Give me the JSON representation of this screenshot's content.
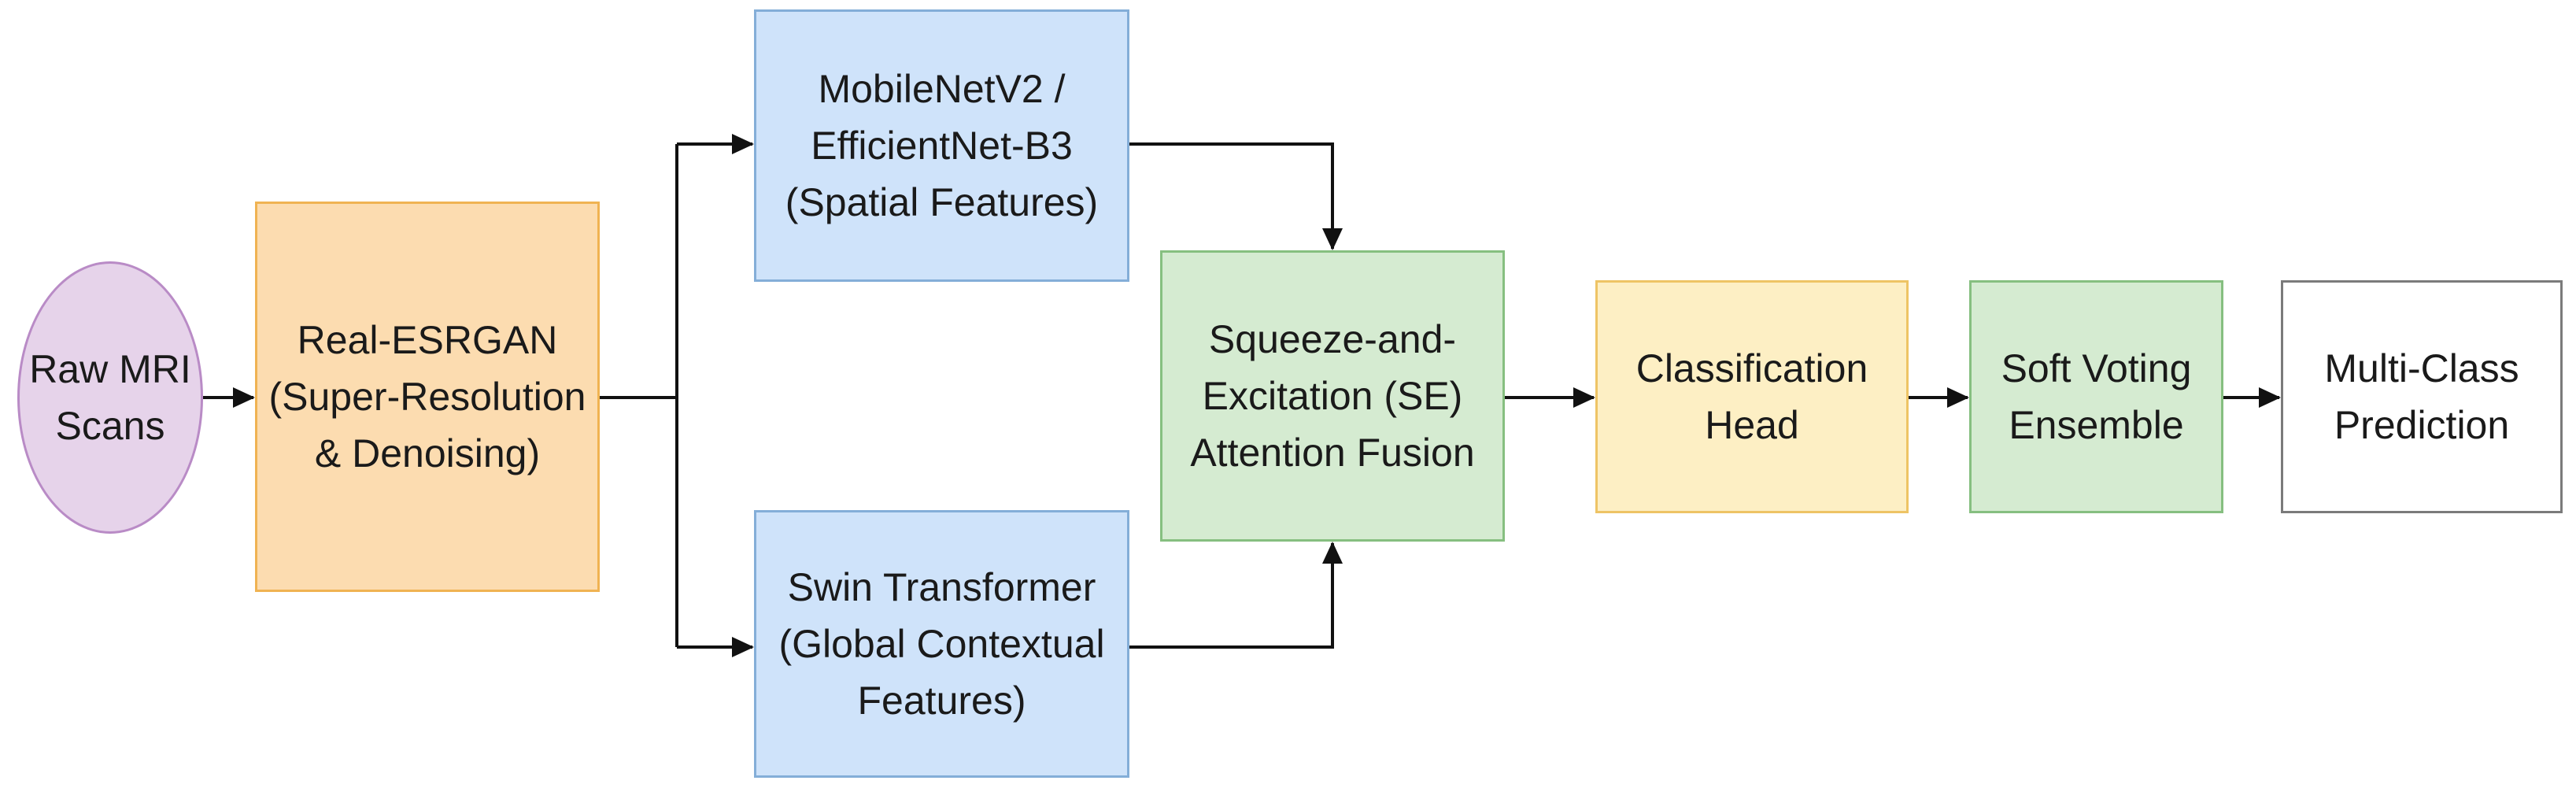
{
  "nodes": {
    "raw_mri": {
      "label": "Raw MRI\nScans"
    },
    "real_esrgan": {
      "label": "Real-ESRGAN\n(Super-Resolution\n& Denoising)"
    },
    "mobilenet": {
      "label": "MobileNetV2 /\nEfficientNet-B3\n(Spatial Features)"
    },
    "swin": {
      "label": "Swin Transformer\n(Global Contextual\nFeatures)"
    },
    "se_fusion": {
      "label": "Squeeze-and-\nExcitation (SE)\nAttention Fusion"
    },
    "classification_head": {
      "label": "Classification\nHead"
    },
    "soft_voting": {
      "label": "Soft Voting\nEnsemble"
    },
    "prediction": {
      "label": "Multi-Class\nPrediction"
    }
  },
  "colors": {
    "purple_fill": "#e6d3ea",
    "purple_border": "#b98bc6",
    "orange_fill": "#fcdcb0",
    "orange_border": "#f0b352",
    "blue_fill": "#cfe3fa",
    "blue_border": "#84aed8",
    "green_fill": "#d5ebd1",
    "green_border": "#86bf80",
    "yellow_fill": "#fdefc4",
    "yellow_border": "#eec465",
    "arrow": "#111111"
  }
}
